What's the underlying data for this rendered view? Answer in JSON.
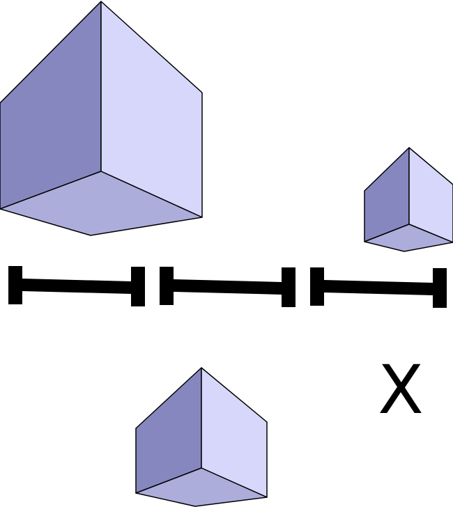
{
  "colors": {
    "cube_left_face": "#8787c0",
    "cube_right_face": "#d7d7fc",
    "cube_bottom_face": "#adaddc",
    "edge": "#000000",
    "measure_bar": "#000000",
    "background": "#ffffff"
  },
  "cubes": [
    {
      "id": "large-cube",
      "relative_size": "large"
    },
    {
      "id": "small-cube",
      "relative_size": "small"
    },
    {
      "id": "medium-cube",
      "relative_size": "medium"
    }
  ],
  "measure_segments": [
    {
      "id": "segment-1"
    },
    {
      "id": "segment-2"
    },
    {
      "id": "segment-3"
    }
  ],
  "unknown_label": "X"
}
